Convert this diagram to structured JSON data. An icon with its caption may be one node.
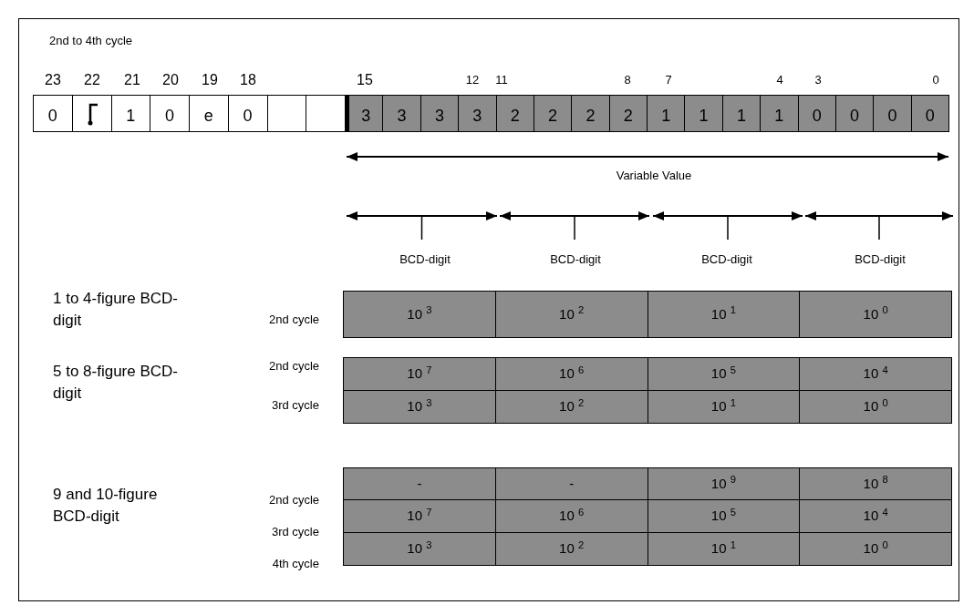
{
  "diagram": {
    "title": "2nd to 4th cycle",
    "nodes": [
      {
        "text": [
          "0"
        ]
      },
      {
        "text": [],
        "shape": "box"
      },
      {
        "text": [
          "1"
        ]
      },
      {
        "text": [
          "0"
        ]
      },
      {
        "text": [
          "e"
        ]
      },
      {
        "text": [
          "0"
        ]
      },
      {
        "text": [],
        "shape": "box"
      },
      {
        "text": [],
        "shape": "box"
      },
      {
        "text": [
          "3"
        ]
      },
      {
        "text": [
          "3"
        ]
      },
      {
        "text": [
          "3"
        ]
      },
      {
        "text": [
          "3"
        ]
      },
      {
        "text": [
          "2"
        ]
      },
      {
        "text": [
          "2"
        ]
      },
      {
        "text": [
          "2"
        ]
      },
      {
        "text": [
          "2"
        ]
      },
      {
        "text": [
          "1"
        ]
      },
      {
        "text": [
          "1"
        ]
      },
      {
        "text": [
          "1"
        ]
      },
      {
        "text": [
          "1"
        ]
      },
      {
        "text": [
          "0"
        ]
      },
      {
        "text": [
          "0"
        ]
      },
      {
        "text": [
          "0"
        ]
      },
      {
        "text": [
          "0"
        ]
      },
      {
        "text": [
          "10 $^{3}$"
        ]
      },
      {
        "text": [
          "10 $^{2}$"
        ]
      },
      {
        "text": [
          "10 $^{1}$"
        ]
      },
      {
        "text": [
          "10 $^{0}$"
        ]
      },
      {
        "text": [
          "10 $^{7}$"
        ]
      },
      {
        "text": [
          "10 $^{6}$"
        ]
      },
      {
        "text": [
          "10 $^{5}$"
        ]
      },
      {
        "text": [
          "10 $^{4}$"
        ]
      },
      {
        "text": [
          "10 $^{3}$"
        ]
      },
      {
        "text": [
          "10 $^{2}$"
        ]
      },
      {
        "text": [
          "10 $^{1}$"
        ]
      },
      {
        "text": [
          "10 $^{0}$"
        ]
      },
      {
        "text": [
          "-"
        ]
      },
      {
        "text": [
          "-"
        ]
      },
      {
        "text": [
          "10 $^{9}$"
        ]
      },
      {
        "text": [
          "10 $^{8}$"
        ]
      },
      {
        "text": [
          "10 $^{7}$"
        ]
      },
      {
        "text": [
          "10 $^{6}$"
        ]
      },
      {
        "text": [
          "10 $^{5}$"
        ]
      },
      {
        "text": [
          "10 $^{4}$"
        ]
      },
      {
        "text": [
          "10 $^{3}$"
        ]
      },
      {
        "text": [
          "10 $^{2}$"
        ]
      },
      {
        "text": [
          "10 $^{1}$"
        ]
      },
      {
        "text": [
          "10 $^{0}$"
        ]
      }
    ],
    "labels": [
      "23",
      "22",
      "21",
      "20",
      "19",
      "18",
      "15",
      "12",
      "11",
      "8",
      "7",
      "4",
      "3",
      "0",
      "Variable Value",
      "BCD-digit",
      "BCD-digit",
      "BCD-digit",
      "BCD-digit",
      "1 to 4-figure BCD-digit",
      "2nd cycle",
      "5 to 8-figure BCD-digit",
      "2nd cycle",
      "3rd cycle",
      "9 and 10-figure BCD-digit",
      "2nd cycle",
      "3rd cycle",
      "4th cycle"
    ]
  }
}
